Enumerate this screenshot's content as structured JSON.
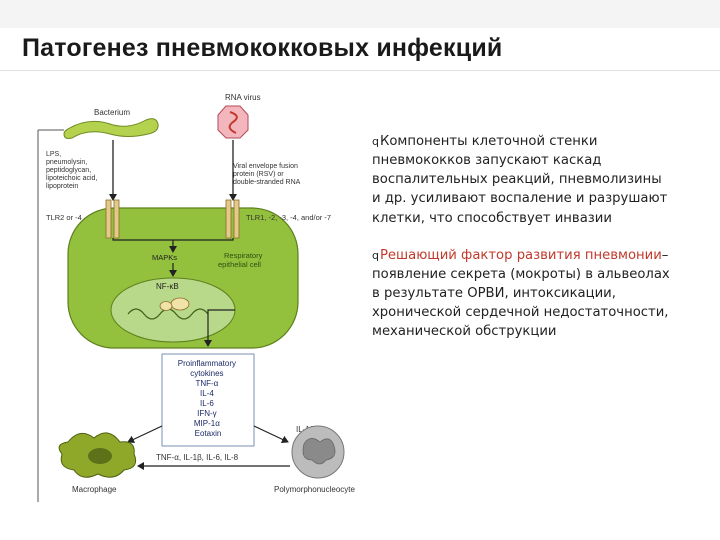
{
  "slide": {
    "title": "Патогенез пневмококковых инфекций"
  },
  "diagram": {
    "rna_virus": "RNA virus",
    "bacterium": "Bacterium",
    "lps_lines": [
      "LPS,",
      "pneumolysin,",
      "peptidoglycan,",
      "lipoteichoic acid,",
      "lipoprotein"
    ],
    "viral_lines": [
      "Viral envelope fusion",
      "protein (RSV) or",
      "double-stranded RNA"
    ],
    "tlr_left": "TLR2 or -4",
    "tlr_right": "TLR1, -2, -3, -4, and/or -7",
    "mapks": "MAPKs",
    "respiratory_lines": [
      "Respiratory",
      "epithelial cell"
    ],
    "nfkb": "NF-κB",
    "cytokine_box": [
      "Proinflammatory",
      "cytokines",
      "TNF-α",
      "IL-4",
      "IL-6",
      "IFN-γ",
      "MIP-1α",
      "Eotaxin"
    ],
    "il10": "IL-10",
    "bottom_cytokines": "TNF-α, IL-1β, IL-6, IL-8",
    "macrophage": "Macrophage",
    "polymorph": "Polymorphonucleocyte"
  },
  "bullets": [
    {
      "marker": "q",
      "text": "Компоненты клеточной стенки пневмококков запускают каскад воспалительных реакций, пневмолизины и др. усиливают воспаление и разрушают клетки, что способствует инвазии"
    },
    {
      "marker": "q",
      "highlight": "Решающий фактор развития пневмонии",
      "text": "– появление секрета (мокроты) в альвеолах в результате ОРВИ, интоксикации, хронической сердечной недостаточности, механической обструкции"
    }
  ],
  "colors": {
    "cell": "#93c13d",
    "nucleus": "#b8d98a",
    "bacterium": "#b4d24d",
    "virus": "#f4b6bd",
    "receptor": "#e3c98a",
    "macrophage": "#8fa82a",
    "polymorph": "#9a9a9a",
    "highlight": "#c0392b"
  }
}
